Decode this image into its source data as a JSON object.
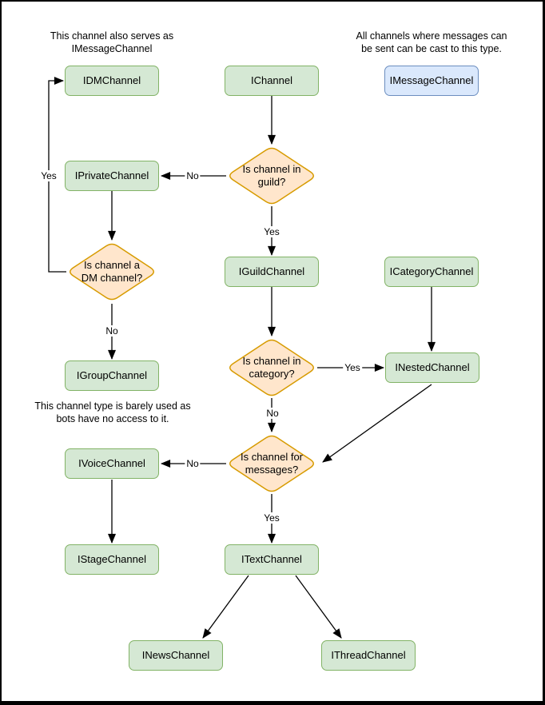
{
  "diagram": {
    "title_hint": "Channel interface flowchart",
    "palette": {
      "node_green_fill": "#d5e8d4",
      "node_green_stroke": "#82b366",
      "node_blue_fill": "#dae8fc",
      "node_blue_stroke": "#6c8ebf",
      "decision_fill": "#ffe6cc",
      "decision_stroke": "#d79b00",
      "edge_color": "#000000",
      "text_color": "#000000",
      "background": "#ffffff"
    },
    "nodes": {
      "idmchannel": "IDMChannel",
      "ichannel": "IChannel",
      "imessagechannel": "IMessageChannel",
      "iprivatechannel": "IPrivateChannel",
      "iguildchannel": "IGuildChannel",
      "icategorychannel": "ICategoryChannel",
      "inestedchannel": "INestedChannel",
      "igroupchannel": "IGroupChannel",
      "ivoicechannel": "IVoiceChannel",
      "istagechannel": "IStageChannel",
      "itextchannel": "ITextChannel",
      "inewschannel": "INewsChannel",
      "ithreadchannel": "IThreadChannel"
    },
    "decisions": {
      "in_guild": "Is channel in guild?",
      "is_dm": "Is channel a DM channel?",
      "in_category": "Is channel in category?",
      "for_messages": "Is channel for messages?"
    },
    "edges": [
      {
        "from": "IChannel",
        "to": "Is channel in guild?",
        "label": ""
      },
      {
        "from": "Is channel in guild?",
        "to": "IPrivateChannel",
        "label": "No"
      },
      {
        "from": "Is channel in guild?",
        "to": "IGuildChannel",
        "label": "Yes"
      },
      {
        "from": "IPrivateChannel",
        "to": "Is channel a DM channel?",
        "label": ""
      },
      {
        "from": "Is channel a DM channel?",
        "to": "IDMChannel",
        "label": "Yes"
      },
      {
        "from": "Is channel a DM channel?",
        "to": "IGroupChannel",
        "label": "No"
      },
      {
        "from": "IGuildChannel",
        "to": "Is channel in category?",
        "label": ""
      },
      {
        "from": "Is channel in category?",
        "to": "INestedChannel",
        "label": "Yes"
      },
      {
        "from": "ICategoryChannel",
        "to": "INestedChannel",
        "label": ""
      },
      {
        "from": "Is channel in category?",
        "to": "Is channel for messages?",
        "label": "No"
      },
      {
        "from": "INestedChannel",
        "to": "Is channel for messages?",
        "label": ""
      },
      {
        "from": "Is channel for messages?",
        "to": "IVoiceChannel",
        "label": "No"
      },
      {
        "from": "Is channel for messages?",
        "to": "ITextChannel",
        "label": "Yes"
      },
      {
        "from": "IVoiceChannel",
        "to": "IStageChannel",
        "label": ""
      },
      {
        "from": "ITextChannel",
        "to": "INewsChannel",
        "label": ""
      },
      {
        "from": "ITextChannel",
        "to": "IThreadChannel",
        "label": ""
      }
    ],
    "annotations": {
      "dm_note": {
        "line1": "This channel also serves as",
        "line2": "IMessageChannel"
      },
      "message_note": {
        "line1": "All channels where messages can",
        "line2": "be sent can be cast to this type."
      },
      "group_note": {
        "line1": "This channel type is barely used as",
        "line2": "bots have no access to it."
      }
    }
  }
}
